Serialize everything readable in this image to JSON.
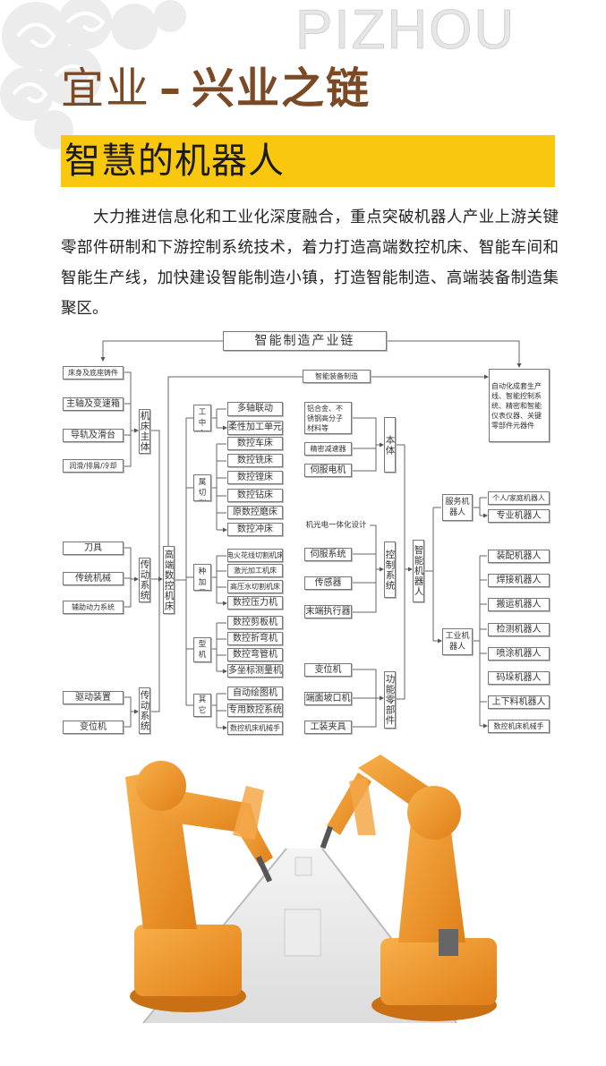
{
  "header": {
    "watermark": "PIZHOU",
    "title_part1": "宜业",
    "title_dash": "–",
    "title_part2": "兴业之链",
    "section_title": "智慧的机器人"
  },
  "intro": "大力推进信息化和工业化深度融合，重点突破机器人产业上游关键零部件研制和下游控制系统技术，着力打造高端数控机床、智能车间和智能生产线，加快建设智能制造小镇，打造智能制造、高端装备制造集聚区。",
  "diagram": {
    "title": "智能制造产业链",
    "nodes": {
      "bed_casting": "床身及底座铸件",
      "spindle": "主轴及变速箱",
      "guide_rail": "导轨及滑台",
      "lubrication": "润滑/排屑/冷却",
      "machine_body": "机床主体",
      "tools": "刀具",
      "trad_machinery": "传统机械",
      "aux_power": "辅助动力系统",
      "transmission1": "传动系统",
      "drive_device": "驱动装置",
      "positioner_left": "变位机",
      "transmission2": "传动系统",
      "high_end_cnc": "高端数控机床",
      "smart_equipment": "智能装备制造",
      "automation_lines": "自动化成套生产线、智能控制系统、精密和智能仪表仪器、关键零部件元器件",
      "machining_center": "加工中心",
      "multi_axis": "多轴联动",
      "flexible_unit": "柔性加工单元",
      "metal_cutting": "金属切削",
      "cnc_lathe": "数控车床",
      "cnc_milling": "数控铣床",
      "cnc_boring": "数控镗床",
      "cnc_drilling": "数控钻床",
      "cnc_grinding": "原数控磨床",
      "cnc_punch": "数控冲床",
      "special_machining": "特种加工",
      "edm": "电火花线切割机床",
      "laser": "激光加工机床",
      "waterjet": "高压水切割机床",
      "cnc_press": "数控压力机",
      "forming": "成型机床",
      "cnc_shear": "数控剪板机",
      "cnc_bending": "数控折弯机",
      "cnc_pipe_bending": "数控弯管机",
      "cmm": "多坐标测量机",
      "others": "其它",
      "auto_plotter": "自动绘图机",
      "special_cnc_system": "专用数控系统",
      "cnc_manipulator": "数控机床机械手",
      "materials": "铝合金、不锈钢高分子材料等",
      "reducer": "精密减速器",
      "servo_motor": "伺服电机",
      "mechatronics": "机光电一体化设计",
      "servo_system": "伺服系统",
      "sensor": "传感器",
      "end_effector": "末端执行器",
      "positioner": "变位机",
      "beveling": "端面坡口机",
      "fixture": "工装夹具",
      "body": "本体",
      "control_system": "控制系统",
      "functional_parts": "功能零部件",
      "smart_robot": "智能机器人",
      "service_robot": "服务机器人",
      "industrial_robot": "工业机器人",
      "home_robot": "个人/家庭机器人",
      "pro_robot": "专业机器人",
      "assembly_robot": "装配机器人",
      "welding_robot": "焊接机器人",
      "handling_robot": "搬运机器人",
      "inspection_robot": "检测机器人",
      "spraying_robot": "喷涂机器人",
      "palletizing_robot": "码垛机器人",
      "loading_robot": "上下料机器人",
      "cnc_manipulator_robot": "数控机床机械手"
    }
  },
  "colors": {
    "title_brown": "#7b4a25",
    "banner_yellow": "#f9c80e",
    "robot_orange": "#f29a2e"
  }
}
